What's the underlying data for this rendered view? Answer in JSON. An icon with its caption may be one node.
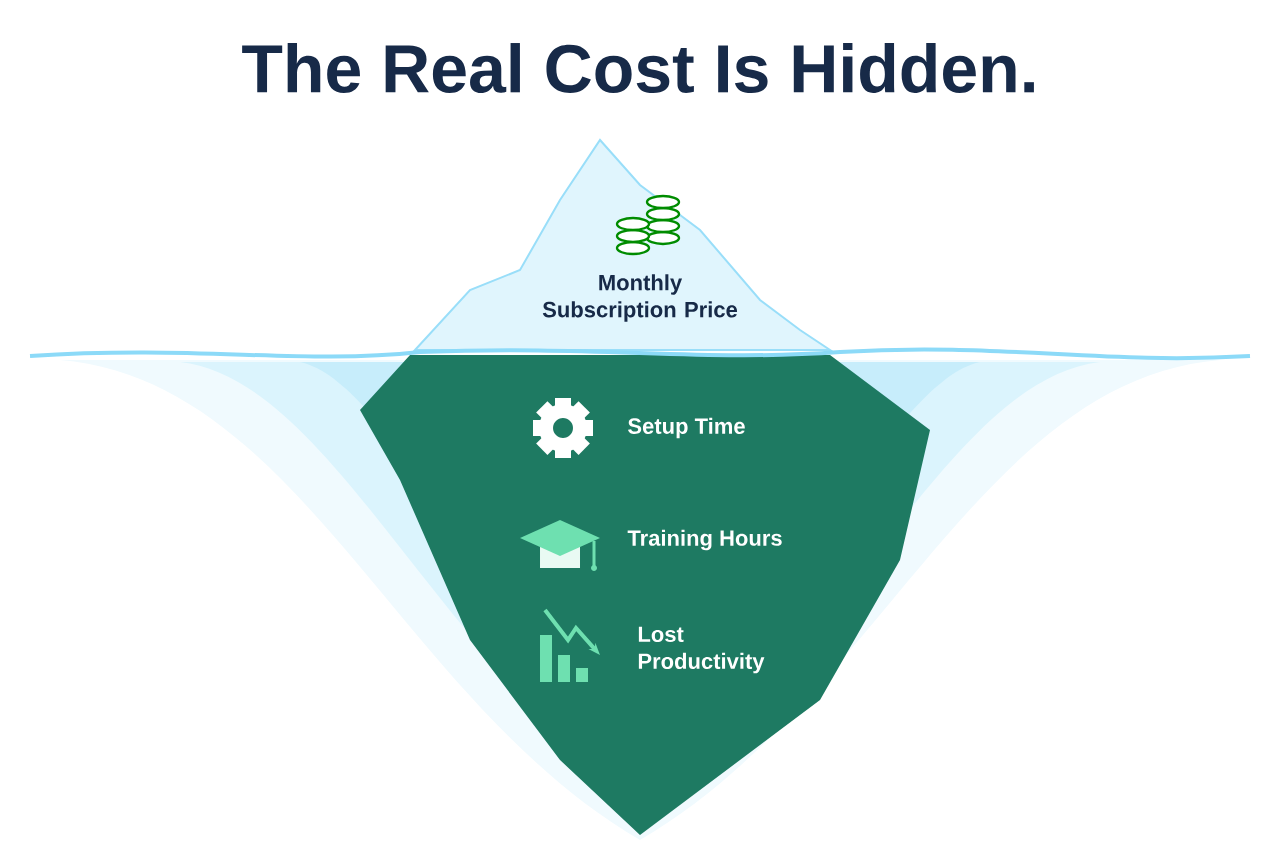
{
  "diagram": {
    "title": "The Real Cost Is Hidden.",
    "labels": [
      "Monthly Subscription Price",
      "Setup Time",
      "Training Hours",
      "Lost Productivity"
    ]
  }
}
